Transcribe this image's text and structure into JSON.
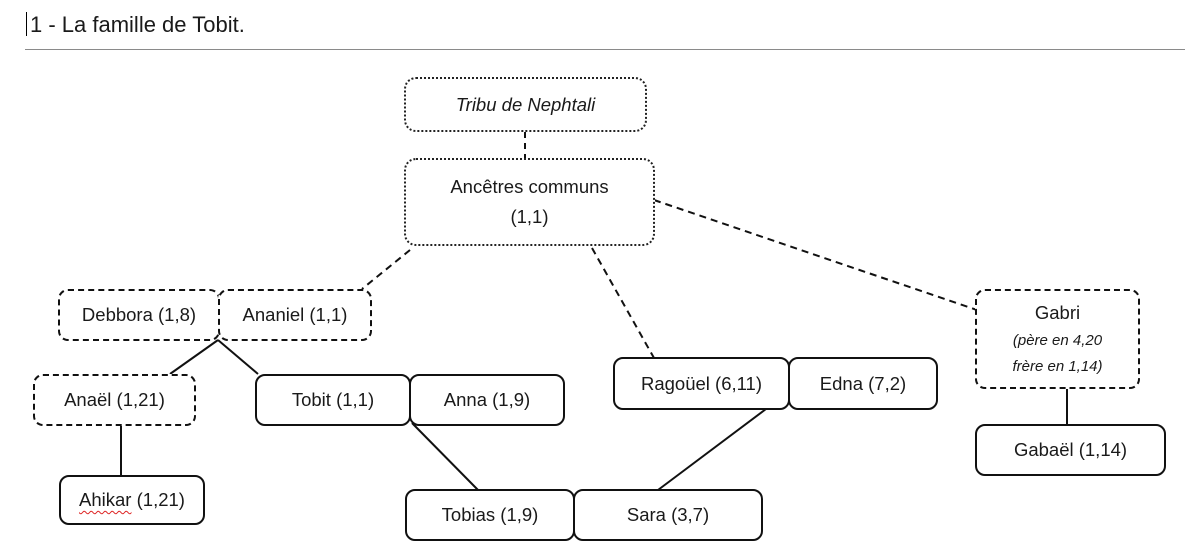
{
  "heading": "1 - La famille de Tobit.",
  "boxes": {
    "tribu": "Tribu de Nephtali",
    "ancetres_line1": "Ancêtres communs",
    "ancetres_line2": "(1,1)",
    "debbora": "Debbora (1,8)",
    "ananiel": "Ananiel (1,1)",
    "gabri": "Gabri",
    "gabri_note1": "(père en 4,20",
    "gabri_note2": "frère en 1,14)",
    "anael": "Anaël (1,21)",
    "tobit": "Tobit (1,1)",
    "anna": "Anna (1,9)",
    "ragouel": "Ragoüel (6,11)",
    "edna": "Edna (7,2)",
    "gabael": "Gabaël (1,14)",
    "ahikar_name": "Ahikar",
    "ahikar_ref": " (1,21)",
    "tobias": "Tobias (1,9)",
    "sara": "Sara (3,7)"
  }
}
